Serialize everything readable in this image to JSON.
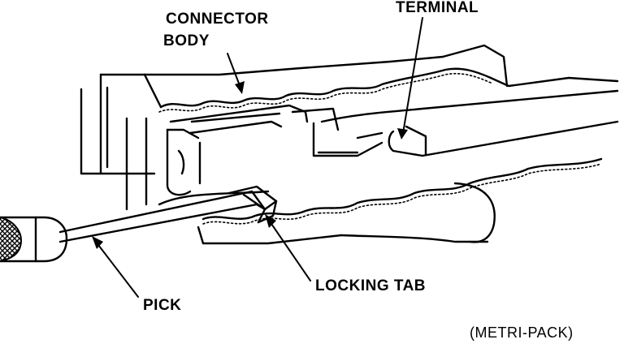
{
  "labels": {
    "connector_line1": "CONNECTOR",
    "connector_line2": "BODY",
    "terminal": "TERMINAL",
    "locking_tab": "LOCKING TAB",
    "pick": "PICK",
    "caption": "(METRI-PACK)"
  }
}
